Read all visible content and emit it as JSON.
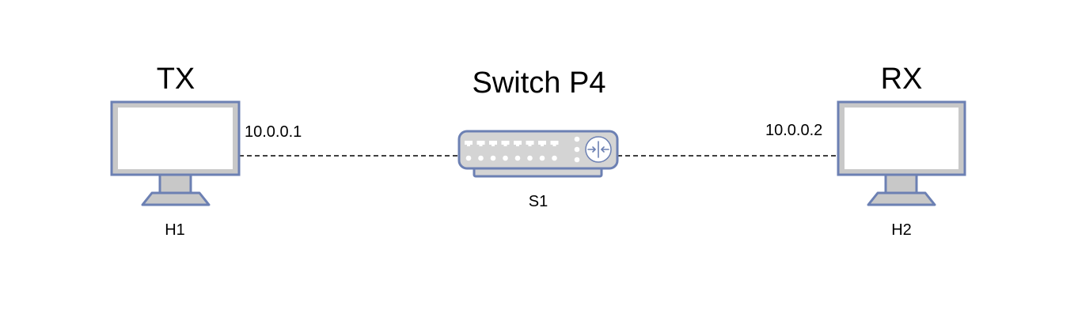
{
  "colors": {
    "outline": "#6c80b3",
    "screen_bezel": "#c8c8c8",
    "screen": "#ffffff",
    "switch_body": "#d4d4d4",
    "port": "#ffffff",
    "link": "#000000",
    "text": "#000000"
  },
  "nodes": {
    "tx": {
      "title": "TX",
      "name": "H1",
      "ip": "10.0.0.1",
      "icon": "monitor-icon"
    },
    "switch": {
      "title": "Switch P4",
      "name": "S1",
      "icon": "switch-icon"
    },
    "rx": {
      "title": "RX",
      "name": "H2",
      "ip": "10.0.0.2",
      "icon": "monitor-icon"
    }
  },
  "links": [
    {
      "from": "H1",
      "to": "S1",
      "style": "dashed"
    },
    {
      "from": "S1",
      "to": "H2",
      "style": "dashed"
    }
  ]
}
